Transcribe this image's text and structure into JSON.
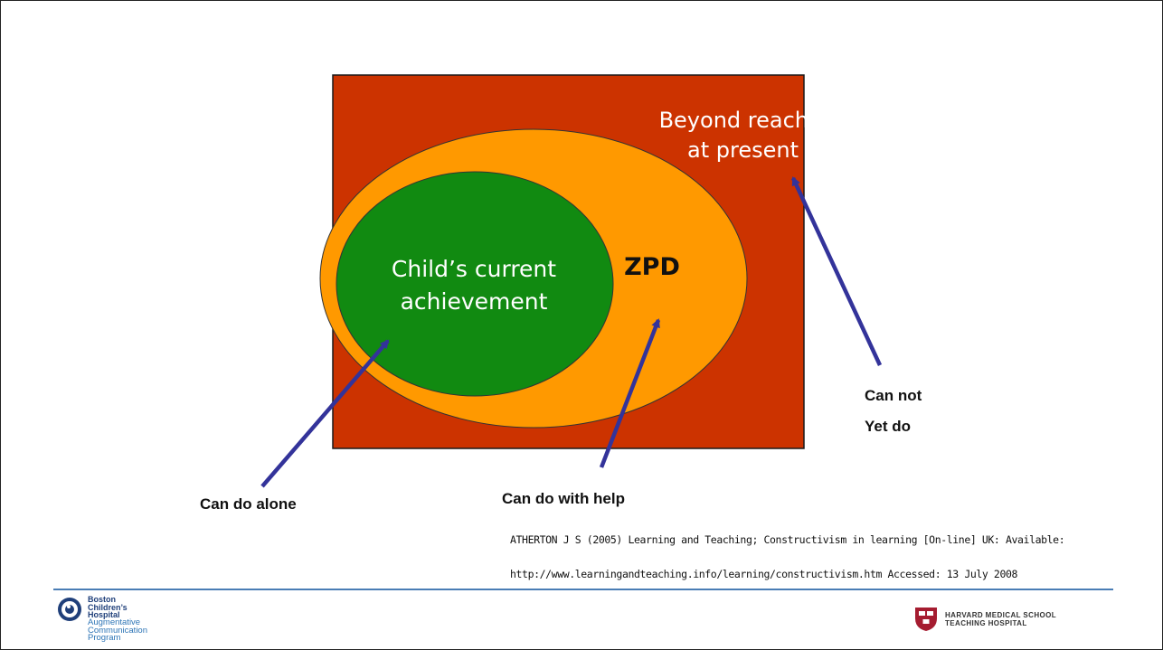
{
  "diagram": {
    "outer_label_line1": "Beyond reach",
    "outer_label_line2": "at present",
    "zpd_label": "ZPD",
    "inner_label_line1": "Child’s current",
    "inner_label_line2": "achievement"
  },
  "captions": {
    "can_do_alone": "Can do alone",
    "can_do_with_help": "Can do with help",
    "can_not_line1": "Can not",
    "can_not_line2": "Yet do"
  },
  "citation": {
    "line1": "ATHERTON J S (2005) Learning and Teaching;  Constructivism in learning  [On-line] UK: Available:",
    "line2": "http://www.learningandteaching.info/learning/constructivism.htm  Accessed: 13 July 2008"
  },
  "footer": {
    "left_logo_name": [
      "Boston",
      "Children’s",
      "Hospital"
    ],
    "left_logo_program": [
      "Augmentative",
      "Communication",
      "Program"
    ],
    "right_logo_text": [
      "HARVARD MEDICAL SCHOOL",
      "TEACHING HOSPITAL"
    ]
  },
  "colors": {
    "outer": "#cc3300",
    "zpd": "#ff9900",
    "inner": "#118a11",
    "arrow": "#33339a",
    "rule": "#4a7db5"
  }
}
